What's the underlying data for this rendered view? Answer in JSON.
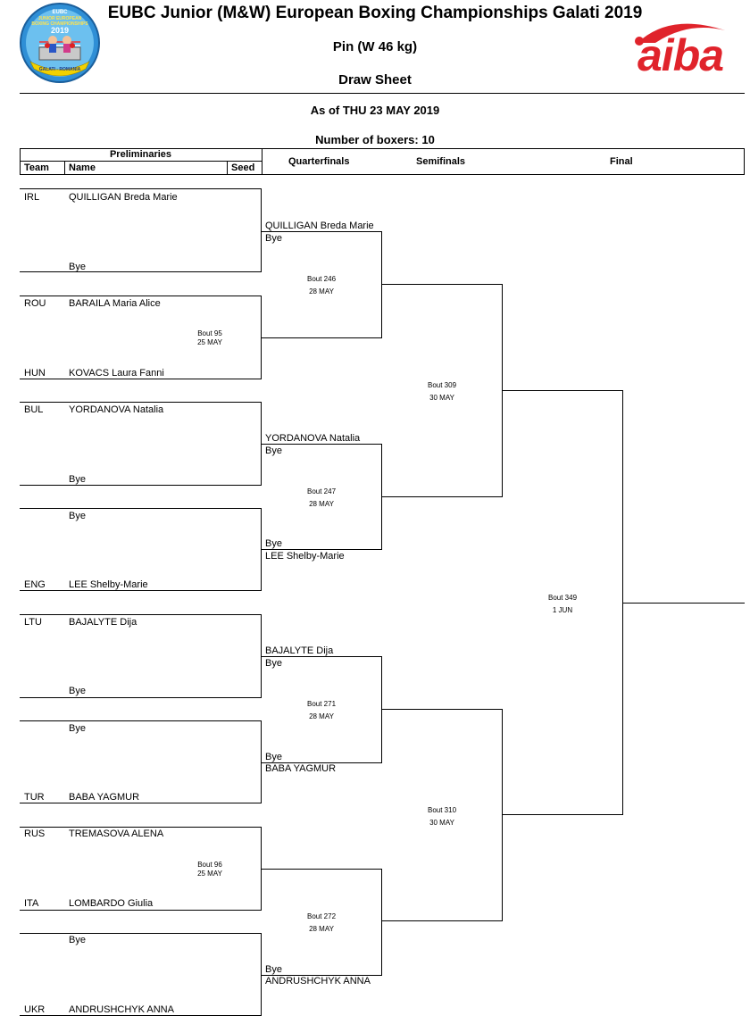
{
  "header": {
    "title": "EUBC Junior (M&W) European Boxing Championships Galati 2019",
    "weight_class": "Pin (W 46 kg)",
    "sheet_type": "Draw Sheet",
    "as_of": "As of THU 23 MAY 2019",
    "boxer_count": "Number of boxers: 10",
    "event_logo": {
      "line1": "EUBC",
      "line2": "JUNIOR EUROPEAN",
      "line3": "BOXING CHAMPIONSHIPS",
      "year": "2019",
      "banner": "GALATI - ROMANIA"
    },
    "org_logo": "aiba",
    "org_logo_color": "#e0232b"
  },
  "columns": {
    "preliminaries": "Preliminaries",
    "team": "Team",
    "name": "Name",
    "seed": "Seed",
    "quarterfinals": "Quarterfinals",
    "semifinals": "Semifinals",
    "final": "Final"
  },
  "entries": [
    {
      "team": "IRL",
      "name": "QUILLIGAN Breda Marie"
    },
    {
      "team": "",
      "name": "Bye"
    },
    {
      "team": "ROU",
      "name": "BARAILA Maria Alice"
    },
    {
      "team": "HUN",
      "name": "KOVACS Laura Fanni"
    },
    {
      "team": "BUL",
      "name": "YORDANOVA Natalia"
    },
    {
      "team": "",
      "name": "Bye"
    },
    {
      "team": "",
      "name": "Bye"
    },
    {
      "team": "ENG",
      "name": "LEE Shelby-Marie"
    },
    {
      "team": "LTU",
      "name": "BAJALYTE Dija"
    },
    {
      "team": "",
      "name": "Bye"
    },
    {
      "team": "",
      "name": "Bye"
    },
    {
      "team": "TUR",
      "name": "BABA YAGMUR"
    },
    {
      "team": "RUS",
      "name": "TREMASOVA ALENA"
    },
    {
      "team": "ITA",
      "name": "LOMBARDO Giulia"
    },
    {
      "team": "",
      "name": "Bye"
    },
    {
      "team": "UKR",
      "name": "ANDRUSHCHYK ANNA"
    }
  ],
  "prelim_bouts": [
    {
      "bout": "Bout 95",
      "date": "25 MAY"
    },
    {
      "bout": "Bout 96",
      "date": "25 MAY"
    }
  ],
  "quarterfinals": [
    {
      "top": "QUILLIGAN Breda Marie",
      "top_sub": "Bye",
      "bout": "Bout 246",
      "date": "28 MAY"
    },
    {
      "top": "YORDANOVA Natalia",
      "top_sub": "Bye",
      "bottom_sub": "Bye",
      "bottom": "LEE Shelby-Marie",
      "bout": "Bout 247",
      "date": "28 MAY"
    },
    {
      "top": "BAJALYTE Dija",
      "top_sub": "Bye",
      "bottom_sub": "Bye",
      "bottom": "BABA YAGMUR",
      "bout": "Bout 271",
      "date": "28 MAY"
    },
    {
      "bottom_sub": "Bye",
      "bottom": "ANDRUSHCHYK ANNA",
      "bout": "Bout 272",
      "date": "28 MAY"
    }
  ],
  "semifinals": [
    {
      "bout": "Bout 309",
      "date": "30 MAY"
    },
    {
      "bout": "Bout 310",
      "date": "30 MAY"
    }
  ],
  "final": {
    "bout": "Bout 349",
    "date": "1 JUN"
  }
}
